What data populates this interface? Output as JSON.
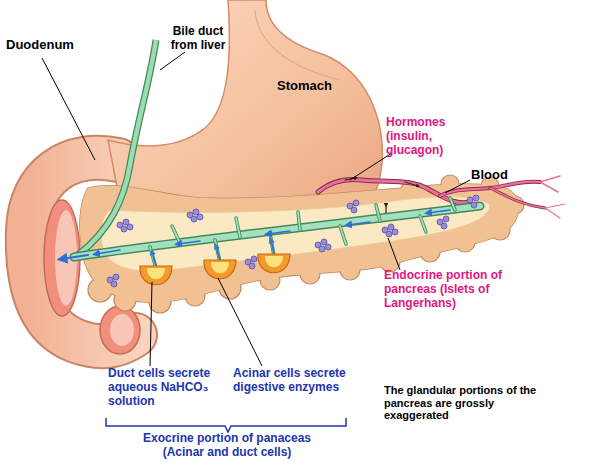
{
  "diagram": {
    "labels": [
      "Duodenum",
      "Bile duct from liver",
      "Stomach",
      "Hormones (insulin, glucagon)",
      "Blood",
      "Endocrine portion of pancreas (Islets of Langerhans)",
      "Duct cells secrete aqueous NaHCO₃ solution",
      "Acinar cells secrete digestive enzymes",
      "Exocrine portion of panaceas (Acinar and duct cells)",
      "The glandular portions of the pancreas are grossly exaggerated"
    ]
  }
}
